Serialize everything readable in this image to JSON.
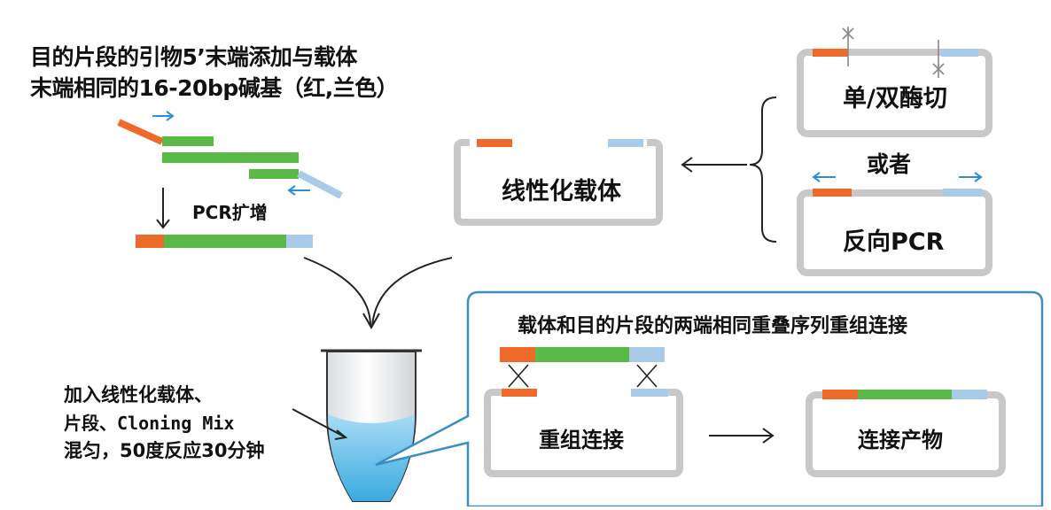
{
  "primer_note": {
    "line1": "目的片段的引物5’末端添加与载体",
    "line2": "末端相同的16-20bp碱基（红,兰色）"
  },
  "pcr_label": "PCR扩增",
  "linear_vector_label": "线性化载体",
  "enzyme_digest_label": "单/双酶切",
  "or_label": "或者",
  "inverse_pcr_label": "反向PCR",
  "recombination_title": "载体和目的片段的两端相同重叠序列重组连接",
  "recombination_label": "重组连接",
  "product_label": "连接产物",
  "mix_note": {
    "line1": "加入线性化载体、",
    "line2": "片段、Cloning Mix",
    "line3": "混匀，50度反应30分钟"
  },
  "colors": {
    "red_end": "#ef6a2a",
    "blue_end": "#a9cbea",
    "insert": "#5bb947",
    "vector": "#c8c8c8",
    "primer_arrow": "#2f8fd6",
    "callout_border": "#3b8ec4",
    "liquid": "#6cc0ea"
  }
}
